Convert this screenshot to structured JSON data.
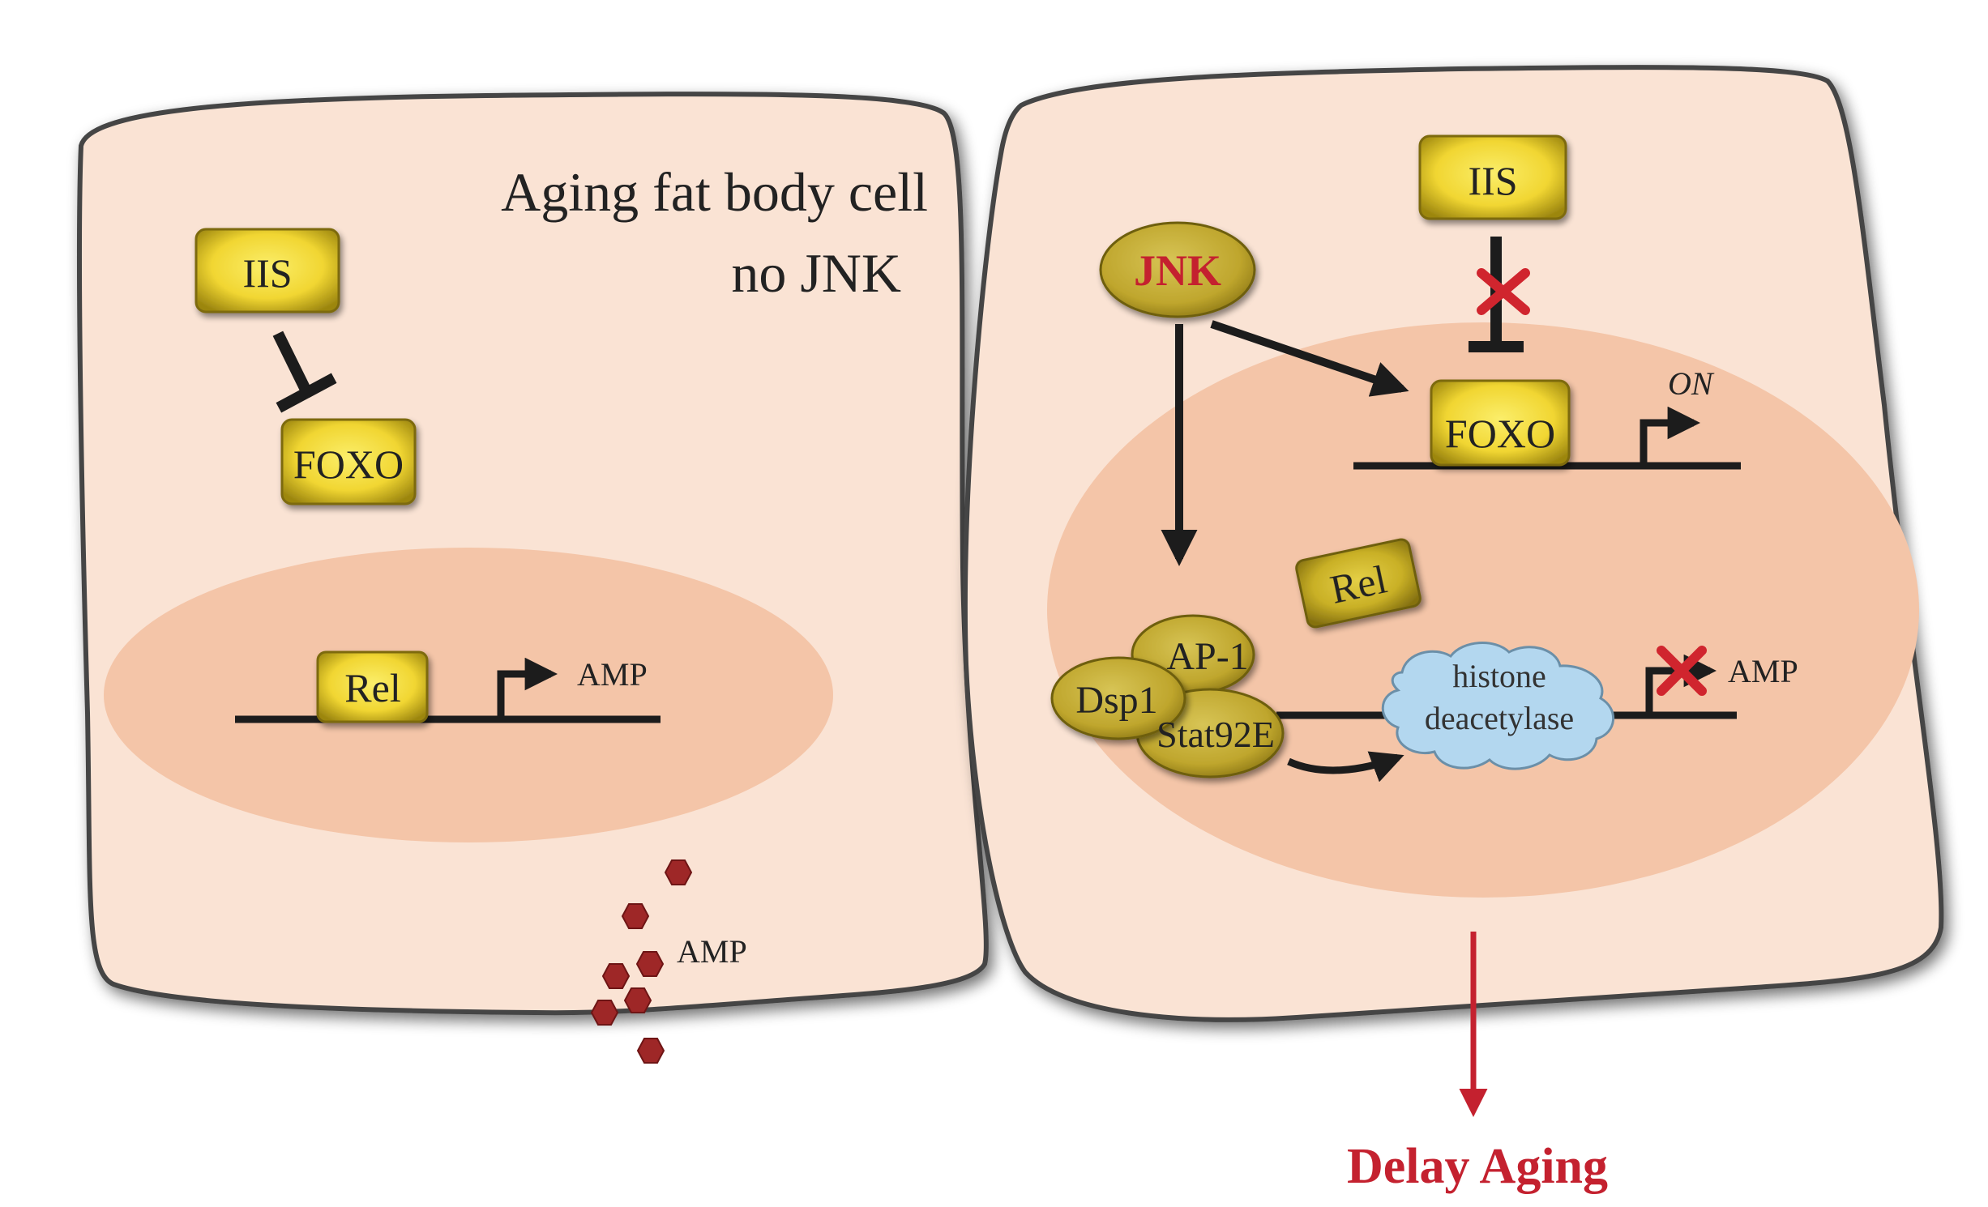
{
  "colors": {
    "cell_fill": "#fae3d4",
    "cell_stroke": "#454545",
    "nucleus_fill": "#f4c5a8",
    "box_yellow": "#f1d632",
    "box_olive": "#bfa61c",
    "oval_olive": "#c2ab32",
    "hdac_blue": "#b3d7ef",
    "accent_red": "#c4212f",
    "amp_marker": "#9e2727",
    "line_dark": "#1c1c1c"
  },
  "left_cell": {
    "title_line1": "Aging fat body cell",
    "title_line2": "no JNK",
    "iis": "IIS",
    "foxo": "FOXO",
    "rel": "Rel",
    "gene_amp": "AMP",
    "secreted_amp": "AMP"
  },
  "right_cell": {
    "jnk": "JNK",
    "iis": "IIS",
    "foxo": "FOXO",
    "on_label": "ON",
    "rel": "Rel",
    "ap1": "AP-1",
    "dsp1": "Dsp1",
    "stat92e": "Stat92E",
    "hdac_line1": "histone",
    "hdac_line2": "deacetylase",
    "gene_amp": "AMP"
  },
  "outcome": "Delay Aging"
}
